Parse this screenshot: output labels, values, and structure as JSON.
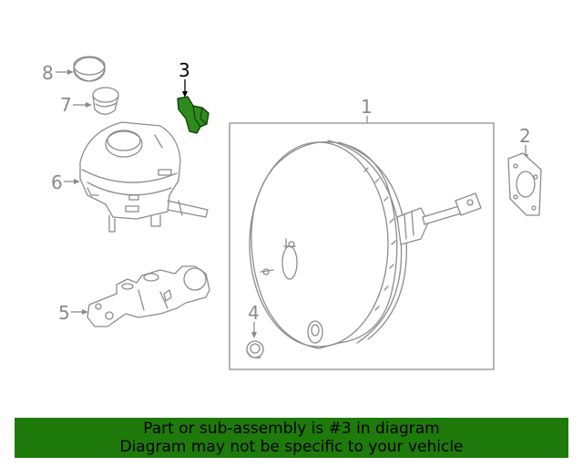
{
  "diagram": {
    "callouts": {
      "c1": "1",
      "c2": "2",
      "c3": "3",
      "c4": "4",
      "c5": "5",
      "c6": "6",
      "c7": "7",
      "c8": "8"
    },
    "highlight_color": "#2e8b1e",
    "line_color": "#8c8c8c"
  },
  "banner": {
    "line1": "Part or sub-assembly is #3 in diagram",
    "line2": "Diagram may not be specific to your vehicle",
    "background": "#1e7a0a"
  }
}
